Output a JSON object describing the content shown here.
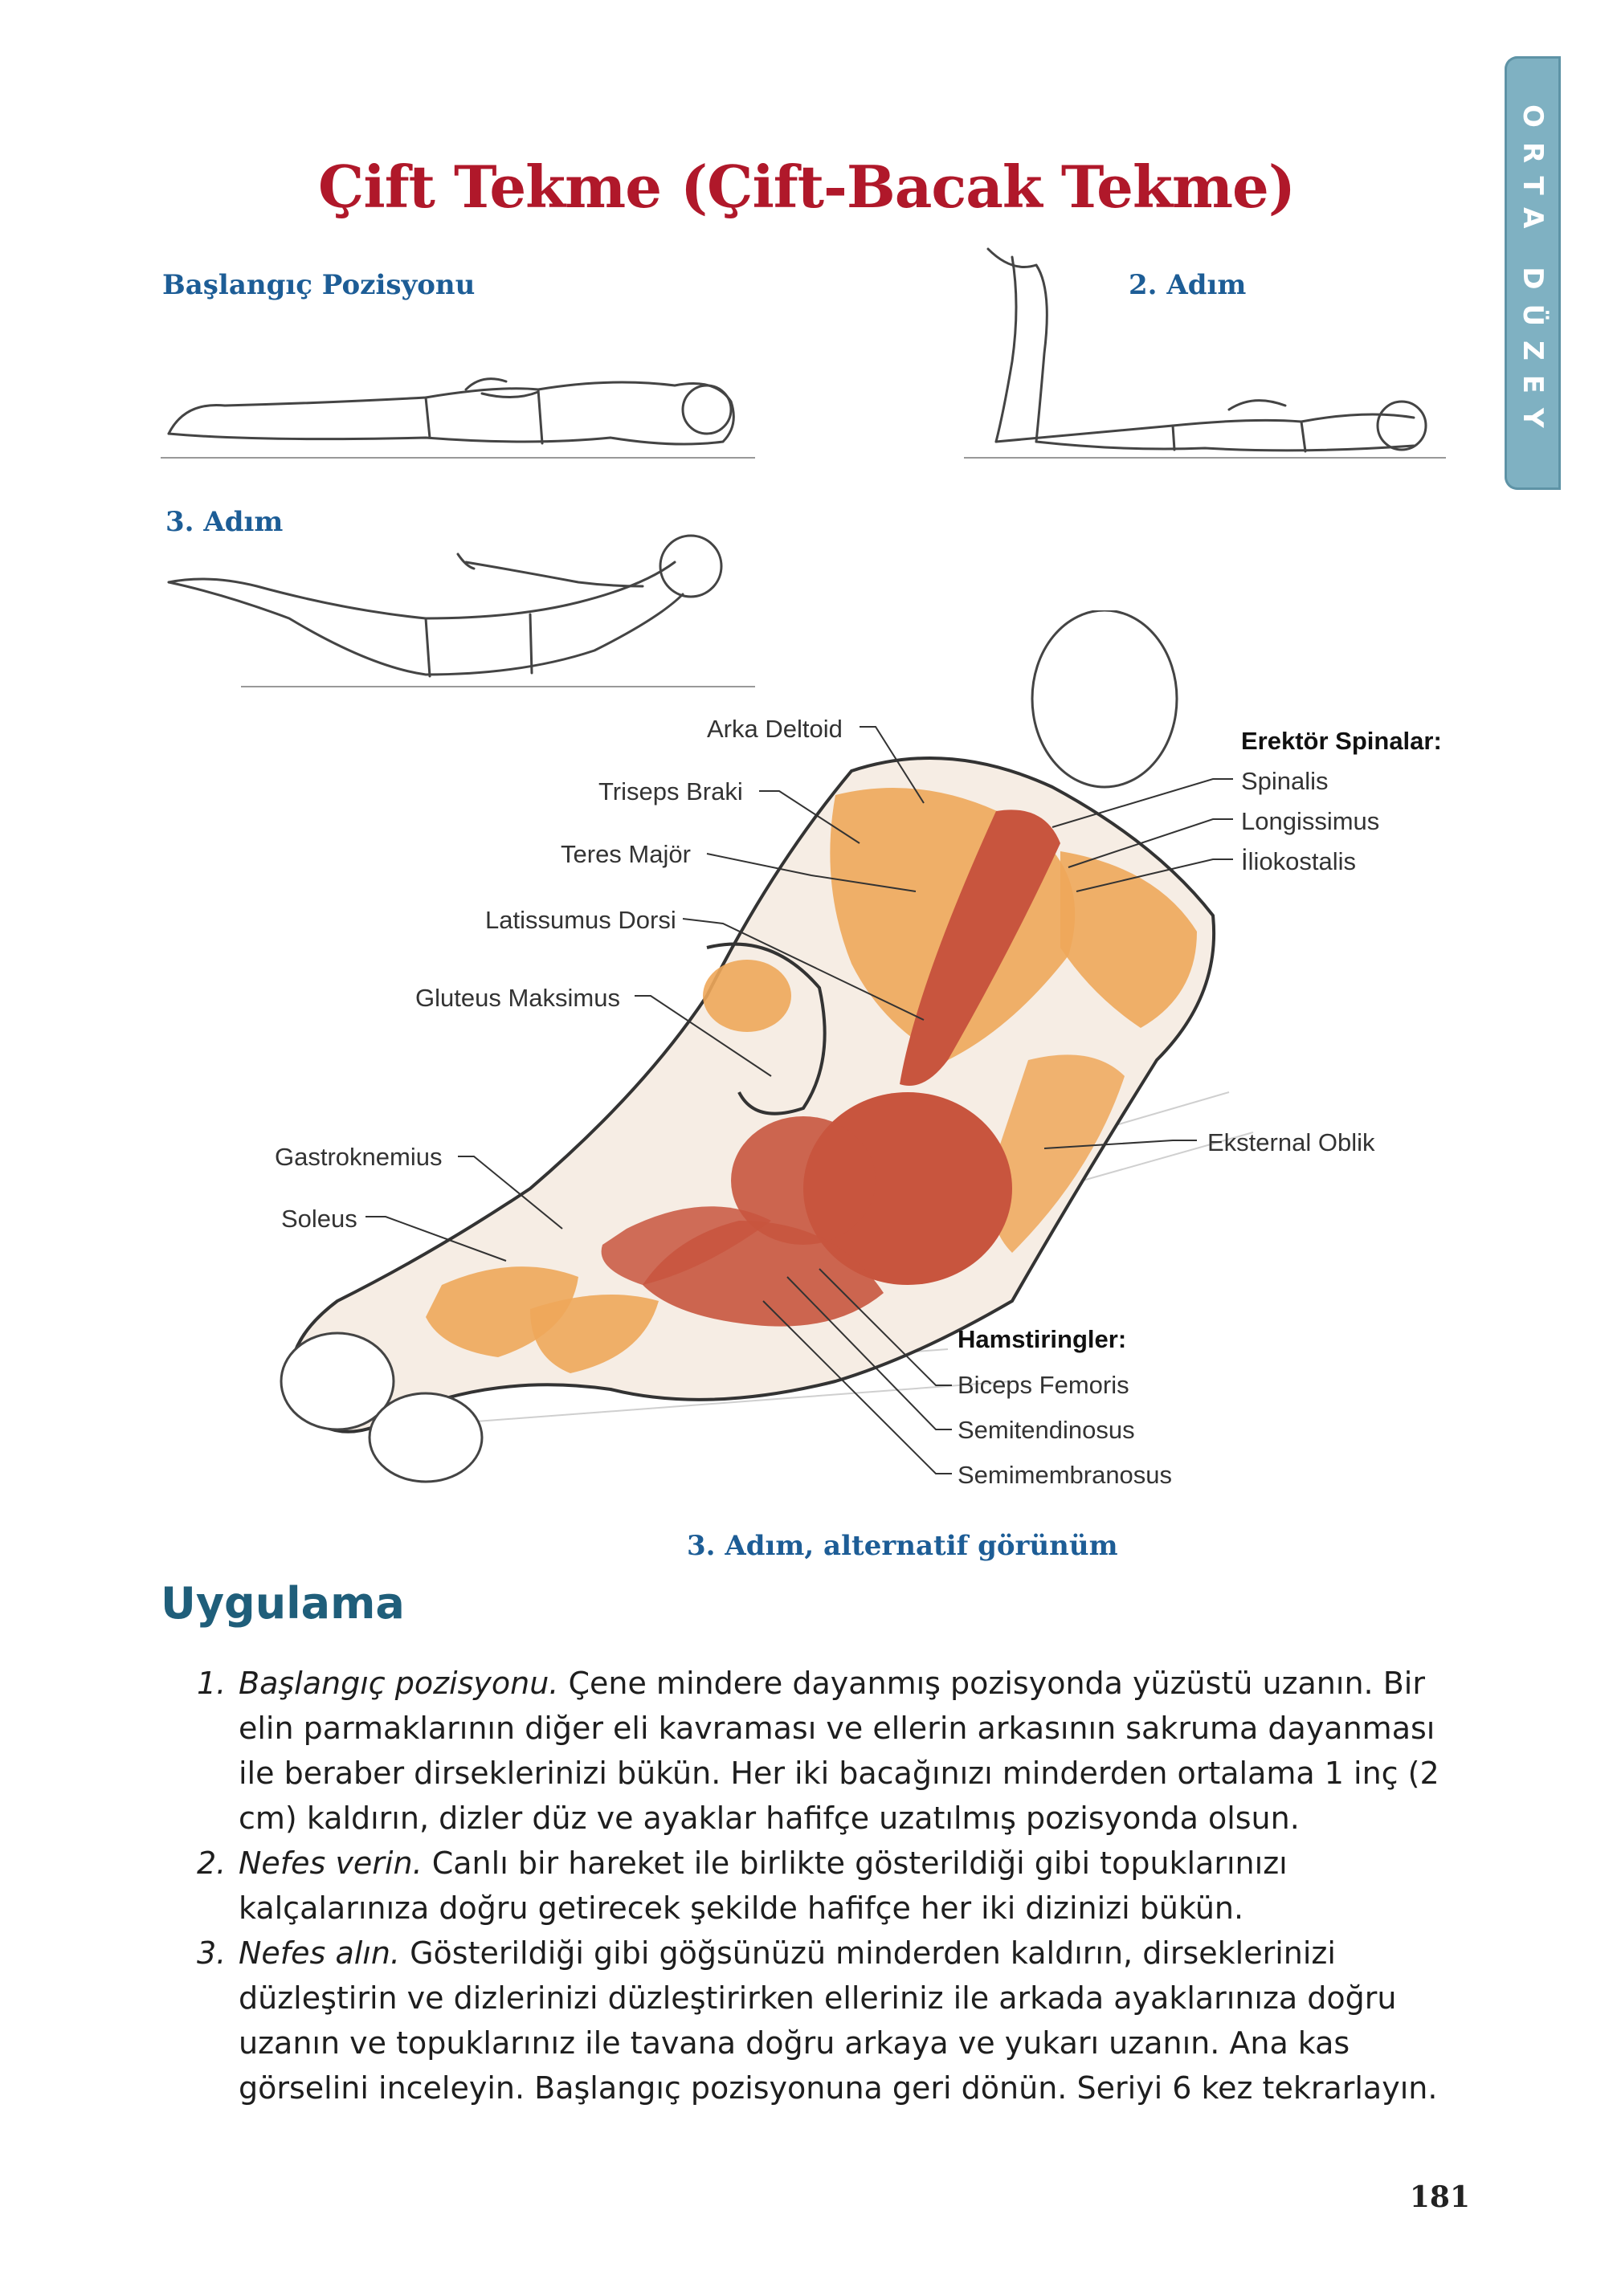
{
  "title": "Çift Tekme (Çift-Bacak Tekme)",
  "side_tab": "ORTA DÜZEY",
  "figures": {
    "start": "Başlangıç Pozisyonu",
    "step2": "2. Adım",
    "step3": "3. Adım",
    "alt_view": "3. Adım, alternatif görünüm"
  },
  "muscle_labels": {
    "arka_deltoid": "Arka Deltoid",
    "triseps": "Triseps Braki",
    "teres": "Teres Majör",
    "latissimus": "Latissumus Dorsi",
    "gluteus": "Gluteus Maksimus",
    "gastrocnemius": "Gastroknemius",
    "soleus": "Soleus",
    "erektor_heading": "Erektör Spinalar:",
    "spinalis": "Spinalis",
    "longissimus": "Longissimus",
    "iliokostalis": "İliokostalis",
    "eksternal": "Eksternal Oblik",
    "hamstring_heading": "Hamstiringler:",
    "biceps_femoris": "Biceps Femoris",
    "semitendinosus": "Semitendinosus",
    "semimembranosus": "Semimembranosus"
  },
  "section_title": "Uygulama",
  "steps": [
    {
      "num": "1.",
      "lead": "Başlangıç pozisyonu.",
      "text": " Çene mindere dayanmış pozisyonda yüzüstü uzanın. Bir elin parmaklarının diğer eli kavraması ve ellerin arkasının sakruma dayanması ile beraber dirseklerinizi bükün. Her iki bacağınızı minderden ortalama 1 inç (2 cm) kaldırın, dizler düz ve ayaklar hafifçe uzatılmış pozisyonda olsun."
    },
    {
      "num": "2.",
      "lead": "Nefes verin.",
      "text": " Canlı bir hareket ile birlikte gösterildiği gibi topuklarınızı kalçalarınıza doğru getirecek şekilde hafifçe her iki dizinizi bükün."
    },
    {
      "num": "3.",
      "lead": "Nefes alın.",
      "text": " Gösterildiği gibi göğsünüzü minderden kaldırın, dirseklerinizi düzleştirin ve dizlerinizi düzleştirirken elleriniz ile arkada ayaklarınıza doğru uzanın ve topuklarınız ile tavana doğru arkaya ve yukarı uzanın. Ana kas görselini inceleyin. Başlangıç pozisyonuna geri dönün. Seriyi 6 kez tekrarlayın."
    }
  ],
  "page_number": "181",
  "colors": {
    "title": "#b0182a",
    "caption": "#1d5d96",
    "tab": "#7fb1c2",
    "section": "#1f5e7a",
    "muscle_red": "#c8553e",
    "muscle_orange": "#eea75a"
  }
}
